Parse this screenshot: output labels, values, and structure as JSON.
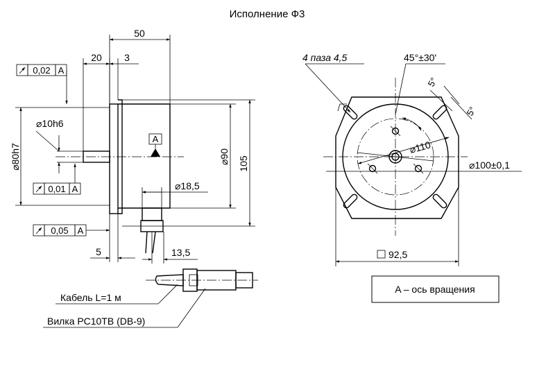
{
  "title": "Исполнение Ф3",
  "side_view": {
    "dim_50": "50",
    "dim_20": "20",
    "dim_3": "3",
    "dim_10h6": "⌀10h6",
    "dim_80h7": "⌀80h7",
    "dim_90": "⌀90",
    "dim_105": "105",
    "dim_18_5": "⌀18,5",
    "dim_5": "5",
    "dim_13_5": "13,5",
    "datum": "A",
    "tol_frames": [
      {
        "value": "0,02",
        "datum": "A"
      },
      {
        "value": "0,01",
        "datum": "A"
      },
      {
        "value": "0,05",
        "datum": "A"
      }
    ]
  },
  "front_view": {
    "slots": "4 паза 4,5",
    "angle": "45°±30'",
    "angle_5a": "5°",
    "angle_5b": "5°",
    "dim_110": "⌀110",
    "dim_100": "⌀100±0,1",
    "dim_92_5": "92,5"
  },
  "callouts": {
    "cable": "Кабель L=1 м",
    "plug": "Вилка РС10ТВ (DB-9)"
  },
  "legend": "A – ось вращения"
}
